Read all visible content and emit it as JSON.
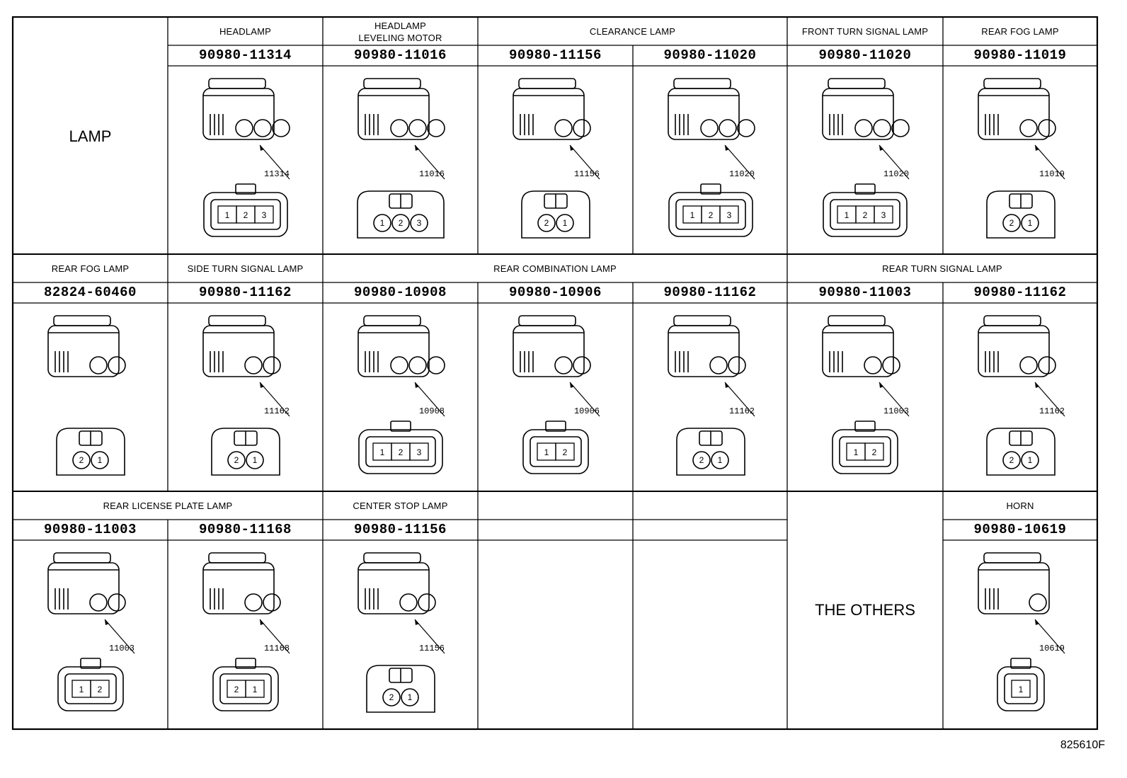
{
  "row1": {
    "label": "LAMP",
    "headers": [
      "HEADLAMP",
      "HEADLAMP",
      "LEVELING MOTOR",
      "CLEARANCE LAMP",
      "FRONT TURN SIGNAL LAMP",
      "REAR FOG LAMP"
    ],
    "parts": [
      "90980-11314",
      "90980-11016",
      "90980-11156",
      "90980-11020",
      "90980-11020",
      "90980-11019"
    ],
    "callouts": [
      "11314",
      "11016",
      "11156",
      "11020",
      "11020",
      "11019"
    ],
    "pins": [
      [
        "1",
        "2",
        "3"
      ],
      [
        "1",
        "2",
        "3"
      ],
      [
        "2",
        "1"
      ],
      [
        "1",
        "2",
        "3"
      ],
      [
        "1",
        "2",
        "3"
      ],
      [
        "2",
        "1"
      ]
    ]
  },
  "row2": {
    "headers": [
      "REAR FOG LAMP",
      "SIDE TURN SIGNAL LAMP",
      "REAR COMBINATION LAMP",
      "REAR TURN SIGNAL LAMP"
    ],
    "parts": [
      "82824-60460",
      "90980-11162",
      "90980-10908",
      "90980-10906",
      "90980-11162",
      "90980-11003",
      "90980-11162"
    ],
    "callouts": [
      "11162",
      "10908",
      "10906",
      "11162",
      "11003",
      "11162"
    ],
    "pins": [
      [
        "2",
        "1"
      ],
      [
        "2",
        "1"
      ],
      [
        "1",
        "2",
        "3"
      ],
      [
        "1",
        "2"
      ],
      [
        "2",
        "1"
      ],
      [
        "1",
        "2"
      ],
      [
        "2",
        "1"
      ]
    ]
  },
  "row3": {
    "headers": [
      "REAR LICENSE PLATE LAMP",
      "CENTER STOP LAMP",
      "HORN"
    ],
    "parts": [
      "90980-11003",
      "90980-11168",
      "90980-11156",
      "90980-10619"
    ],
    "callouts": [
      "11003",
      "11168",
      "11156",
      "10619"
    ],
    "pins": [
      [
        "1",
        "2"
      ],
      [
        "2",
        "1"
      ],
      [
        "2",
        "1"
      ],
      [
        "1"
      ]
    ],
    "others_label": "THE OTHERS"
  },
  "footer": {
    "code": "825610F"
  }
}
